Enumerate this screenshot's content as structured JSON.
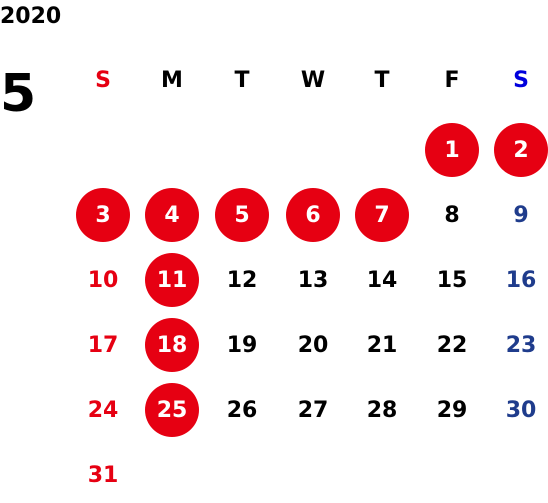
{
  "calendar": {
    "year": "2020",
    "month": "5",
    "weekdays": [
      "S",
      "M",
      "T",
      "W",
      "T",
      "F",
      "S"
    ],
    "weeks": [
      [
        null,
        null,
        null,
        null,
        null,
        {
          "day": "1",
          "holiday": true
        },
        {
          "day": "2",
          "holiday": true
        }
      ],
      [
        {
          "day": "3",
          "holiday": true
        },
        {
          "day": "4",
          "holiday": true
        },
        {
          "day": "5",
          "holiday": true
        },
        {
          "day": "6",
          "holiday": true
        },
        {
          "day": "7",
          "holiday": true
        },
        {
          "day": "8",
          "holiday": false
        },
        {
          "day": "9",
          "holiday": false
        }
      ],
      [
        {
          "day": "10",
          "holiday": false
        },
        {
          "day": "11",
          "holiday": true
        },
        {
          "day": "12",
          "holiday": false
        },
        {
          "day": "13",
          "holiday": false
        },
        {
          "day": "14",
          "holiday": false
        },
        {
          "day": "15",
          "holiday": false
        },
        {
          "day": "16",
          "holiday": false
        }
      ],
      [
        {
          "day": "17",
          "holiday": false
        },
        {
          "day": "18",
          "holiday": true
        },
        {
          "day": "19",
          "holiday": false
        },
        {
          "day": "20",
          "holiday": false
        },
        {
          "day": "21",
          "holiday": false
        },
        {
          "day": "22",
          "holiday": false
        },
        {
          "day": "23",
          "holiday": false
        }
      ],
      [
        {
          "day": "24",
          "holiday": false
        },
        {
          "day": "25",
          "holiday": true
        },
        {
          "day": "26",
          "holiday": false
        },
        {
          "day": "27",
          "holiday": false
        },
        {
          "day": "28",
          "holiday": false
        },
        {
          "day": "29",
          "holiday": false
        },
        {
          "day": "30",
          "holiday": false
        }
      ],
      [
        {
          "day": "31",
          "holiday": false
        },
        null,
        null,
        null,
        null,
        null,
        null
      ]
    ]
  },
  "colors": {
    "holiday_circle": "#e60012",
    "sunday_text": "#e60012",
    "saturday_text": "#1f3c8c",
    "saturday_header": "#0000dd",
    "weekday_text": "#000000"
  }
}
